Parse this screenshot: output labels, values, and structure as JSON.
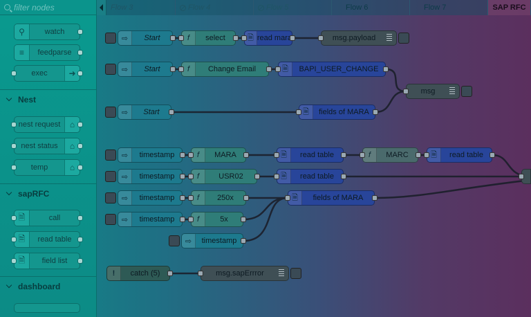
{
  "palette": {
    "filter_placeholder": "filter nodes",
    "nodes_top": [
      {
        "label": "watch",
        "icon": "search-icon"
      },
      {
        "label": "feedparse",
        "icon": "feed-icon"
      },
      {
        "label": "exec",
        "icon": "arrow-right-icon"
      }
    ],
    "categories": {
      "nest": "Nest",
      "sapRFC": "sapRFC",
      "dashboard": "dashboard"
    },
    "nest_nodes": [
      "nest request",
      "nest status",
      "temp"
    ],
    "saprfc_nodes": [
      "call",
      "read table",
      "field list"
    ]
  },
  "tabs": [
    {
      "label": "Flow 3",
      "disabled": true
    },
    {
      "label": "Flow 4",
      "disabled": true
    },
    {
      "label": "Flow 5",
      "disabled": true
    },
    {
      "label": "Flow 6",
      "disabled": false
    },
    {
      "label": "Flow 7",
      "disabled": false
    },
    {
      "label": "SAP RFC",
      "active": true
    }
  ],
  "flow": {
    "row1": {
      "inject": "Start",
      "func": "select",
      "sap": "read mara",
      "debug": "msg.payload"
    },
    "row2": {
      "inject": "Start",
      "func": "Change Email",
      "sap": "BAPI_USER_CHANGE",
      "debug": "msg"
    },
    "row3": {
      "inject": "Start",
      "sap": "fields of MARA"
    },
    "row4": {
      "inject": "timestamp",
      "func": "MARA",
      "sap": "read table",
      "func2": "MARC",
      "sap2": "read table"
    },
    "row5": {
      "inject": "timestamp",
      "func": "USR02",
      "sap": "read table"
    },
    "row6": {
      "inject": "timestamp",
      "func": "250x",
      "sap": "fields of MARA"
    },
    "row7": {
      "inject": "timestamp",
      "func": "5x"
    },
    "row8": {
      "inject": "timestamp"
    },
    "row9": {
      "catch": "catch (5)",
      "debug": "msg.sapErrror"
    }
  },
  "colors": {
    "inject": "#1d7a8e",
    "function": "#2f7d78",
    "sap": "#28459a",
    "debug": "#3f4f55"
  }
}
